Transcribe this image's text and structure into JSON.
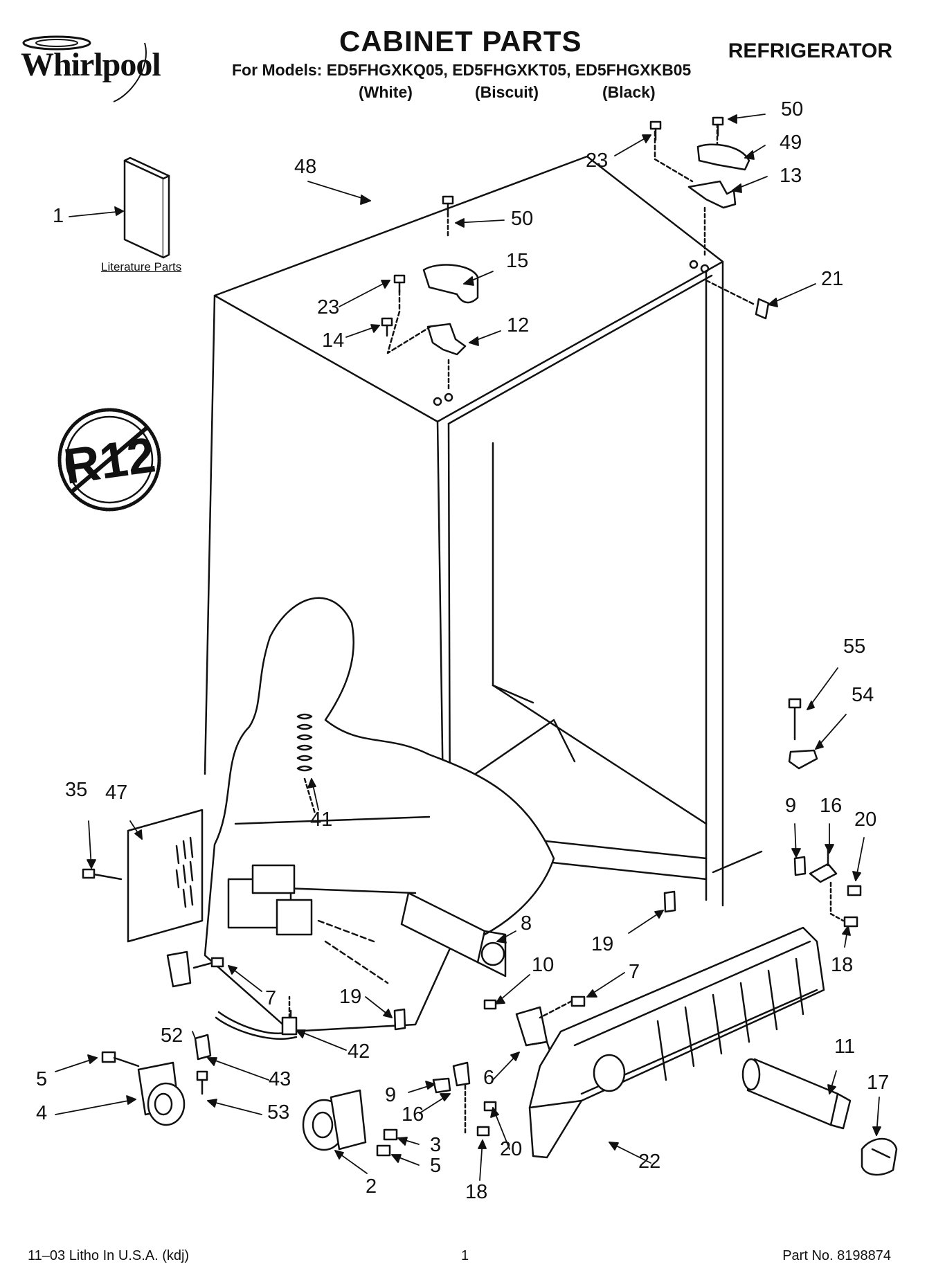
{
  "header": {
    "brand": "Whirlpool",
    "title": "CABINET PARTS",
    "models_line": "For Models: ED5FHGXKQ05, ED5FHGXKT05, ED5FHGXKB05",
    "variants": [
      "(White)",
      "(Biscuit)",
      "(Black)"
    ],
    "appliance": "REFRIGERATOR"
  },
  "badge": {
    "text": "R12"
  },
  "literature_label": "Literature Parts",
  "callouts": [
    {
      "id": "c1",
      "text": "1"
    },
    {
      "id": "c48",
      "text": "48"
    },
    {
      "id": "c50a",
      "text": "50"
    },
    {
      "id": "c15",
      "text": "15"
    },
    {
      "id": "c23a",
      "text": "23"
    },
    {
      "id": "c14",
      "text": "14"
    },
    {
      "id": "c12",
      "text": "12"
    },
    {
      "id": "c23b",
      "text": "23"
    },
    {
      "id": "c50b",
      "text": "50"
    },
    {
      "id": "c49",
      "text": "49"
    },
    {
      "id": "c13",
      "text": "13"
    },
    {
      "id": "c21",
      "text": "21"
    },
    {
      "id": "c55",
      "text": "55"
    },
    {
      "id": "c54",
      "text": "54"
    },
    {
      "id": "c9a",
      "text": "9"
    },
    {
      "id": "c16a",
      "text": "16"
    },
    {
      "id": "c20a",
      "text": "20"
    },
    {
      "id": "c18a",
      "text": "18"
    },
    {
      "id": "c19a",
      "text": "19"
    },
    {
      "id": "c35",
      "text": "35"
    },
    {
      "id": "c47",
      "text": "47"
    },
    {
      "id": "c41",
      "text": "41"
    },
    {
      "id": "c8",
      "text": "8"
    },
    {
      "id": "c10",
      "text": "10"
    },
    {
      "id": "c7a",
      "text": "7"
    },
    {
      "id": "c7b",
      "text": "7"
    },
    {
      "id": "c19b",
      "text": "19"
    },
    {
      "id": "c52",
      "text": "52"
    },
    {
      "id": "c42",
      "text": "42"
    },
    {
      "id": "c43",
      "text": "43"
    },
    {
      "id": "c5a",
      "text": "5"
    },
    {
      "id": "c53",
      "text": "53"
    },
    {
      "id": "c4",
      "text": "4"
    },
    {
      "id": "c6",
      "text": "6"
    },
    {
      "id": "c9b",
      "text": "9"
    },
    {
      "id": "c16b",
      "text": "16"
    },
    {
      "id": "c3",
      "text": "3"
    },
    {
      "id": "c5b",
      "text": "5"
    },
    {
      "id": "c20b",
      "text": "20"
    },
    {
      "id": "c18b",
      "text": "18"
    },
    {
      "id": "c2",
      "text": "2"
    },
    {
      "id": "c22",
      "text": "22"
    },
    {
      "id": "c11",
      "text": "11"
    },
    {
      "id": "c17",
      "text": "17"
    }
  ],
  "footer": {
    "left": "11–03 Litho In U.S.A. (kdj)",
    "page": "1",
    "part_no": "Part No. 8198874"
  }
}
